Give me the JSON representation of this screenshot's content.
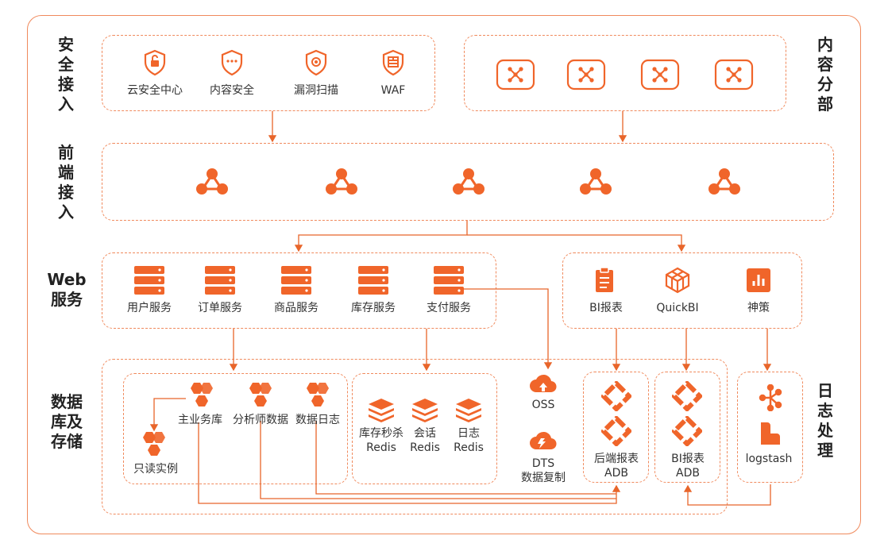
{
  "colors": {
    "accent": "#f0652a",
    "border": "#f08a5d"
  },
  "sections": {
    "security_access": "安全接入",
    "content_distribution": "内容分部",
    "frontend_access": "前端接入",
    "web_services": "Web服务",
    "db_storage": "数据库及存储",
    "log_processing": "日志处理"
  },
  "security": [
    {
      "label": "云安全中心",
      "icon": "shield-lock-icon"
    },
    {
      "label": "内容安全",
      "icon": "shield-dots-icon"
    },
    {
      "label": "漏洞扫描",
      "icon": "shield-scan-icon"
    },
    {
      "label": "WAF",
      "icon": "shield-firewall-icon"
    }
  ],
  "cdn_node_count": 4,
  "slb_node_count": 5,
  "web": [
    {
      "label": "用户服务"
    },
    {
      "label": "订单服务"
    },
    {
      "label": "商品服务"
    },
    {
      "label": "库存服务"
    },
    {
      "label": "支付服务"
    }
  ],
  "bi": [
    {
      "label": "BI报表",
      "icon": "report-icon"
    },
    {
      "label": "QuickBI",
      "icon": "cube-icon"
    },
    {
      "label": "神策",
      "icon": "bar-chart-icon"
    }
  ],
  "rds": {
    "main": "主业务库",
    "analyst": "分析师数据",
    "logs": "数据日志",
    "readonly": "只读实例"
  },
  "redis": [
    {
      "l1": "库存秒杀",
      "l2": "Redis"
    },
    {
      "l1": "会话",
      "l2": "Redis"
    },
    {
      "l1": "日志",
      "l2": "Redis"
    }
  ],
  "oss": {
    "label": "OSS"
  },
  "dts": {
    "l1": "DTS",
    "l2": "数据复制"
  },
  "adb": [
    {
      "l1": "后端报表",
      "l2": "ADB"
    },
    {
      "l1": "BI报表",
      "l2": "ADB"
    }
  ],
  "logstash": {
    "label": "logstash"
  }
}
